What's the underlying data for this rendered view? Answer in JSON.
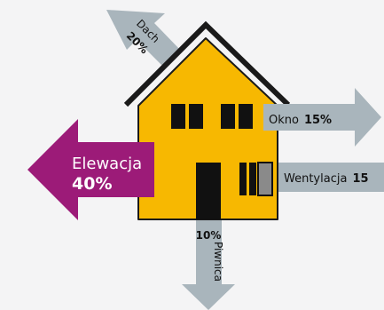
{
  "colors": {
    "background": "#f4f4f5",
    "house_fill": "#f7b801",
    "outline": "#1a1a1a",
    "window": "#111111",
    "arrow_gray": "#a9b5bc",
    "arrow_purple": "#9c1b78",
    "vent": "#8a8a8a"
  },
  "labels": {
    "roof": {
      "name": "Dach",
      "value": "20%"
    },
    "window": {
      "name": "Okno",
      "value": "15%"
    },
    "ventilation": {
      "name": "Wentylacja",
      "value": "15"
    },
    "wall": {
      "name": "Elewacja",
      "value": "40%"
    },
    "basement": {
      "name": "Piwnica",
      "value": "10%"
    }
  },
  "chart_data": {
    "type": "diagram",
    "slices": [
      {
        "category": "Elewacja",
        "value": 40
      },
      {
        "category": "Dach",
        "value": 20
      },
      {
        "category": "Okno",
        "value": 15
      },
      {
        "category": "Wentylacja",
        "value": 15
      },
      {
        "category": "Piwnica",
        "value": 10
      }
    ]
  }
}
